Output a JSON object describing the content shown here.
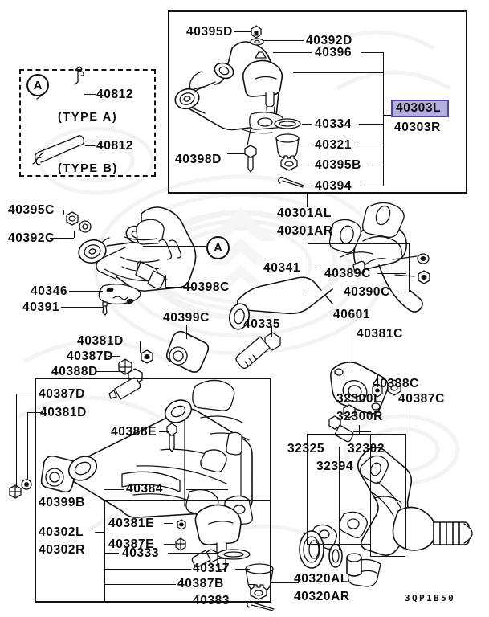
{
  "diagram": {
    "drawing_code": "3QP1B50",
    "highlight_color": "#b3b0e0",
    "highlight_border_color": "#4a47a8"
  },
  "inset_a": {
    "marker": "A",
    "items": [
      {
        "part": "40812",
        "type_label": "(TYPE A)"
      },
      {
        "part": "40812",
        "type_label": "(TYPE B)"
      }
    ]
  },
  "upper_arm_box": {
    "marker": "A",
    "assembly_left": "40303L",
    "assembly_right": "40303R",
    "group_label_left": "40301AL",
    "group_label_right": "40301AR",
    "labels": [
      {
        "part": "40395D"
      },
      {
        "part": "40392D"
      },
      {
        "part": "40396"
      },
      {
        "part": "40334"
      },
      {
        "part": "40321"
      },
      {
        "part": "40398D"
      },
      {
        "part": "40395B"
      },
      {
        "part": "40394"
      }
    ]
  },
  "mid_left": {
    "labels": [
      {
        "part": "40395C"
      },
      {
        "part": "40392C"
      },
      {
        "part": "40398C"
      },
      {
        "part": "40346"
      },
      {
        "part": "40391"
      },
      {
        "part": "40399C"
      }
    ]
  },
  "mid_right": {
    "labels": [
      {
        "part": "40341"
      },
      {
        "part": "40389C"
      },
      {
        "part": "40390C"
      },
      {
        "part": "40335"
      },
      {
        "part": "40601"
      },
      {
        "part": "40381C"
      },
      {
        "part": "40388C"
      },
      {
        "part": "40387C"
      }
    ],
    "group_label_left": "32300L",
    "group_label_right": "32300R"
  },
  "lower_arm_box": {
    "assembly_left": "40302L",
    "assembly_right": "40302R",
    "labels": [
      {
        "part": "40381D"
      },
      {
        "part": "40387D"
      },
      {
        "part": "40388D"
      },
      {
        "part": "40387D"
      },
      {
        "part": "40381D"
      },
      {
        "part": "40388E"
      },
      {
        "part": "40399B"
      },
      {
        "part": "40384"
      },
      {
        "part": "40381E"
      },
      {
        "part": "40387E"
      },
      {
        "part": "40333"
      },
      {
        "part": "40317"
      },
      {
        "part": "40387B"
      },
      {
        "part": "40383"
      }
    ]
  },
  "knuckle": {
    "labels": [
      {
        "part": "32325"
      },
      {
        "part": "32302"
      },
      {
        "part": "32394"
      }
    ],
    "group_label_left": "40320AL",
    "group_label_right": "40320AR"
  }
}
